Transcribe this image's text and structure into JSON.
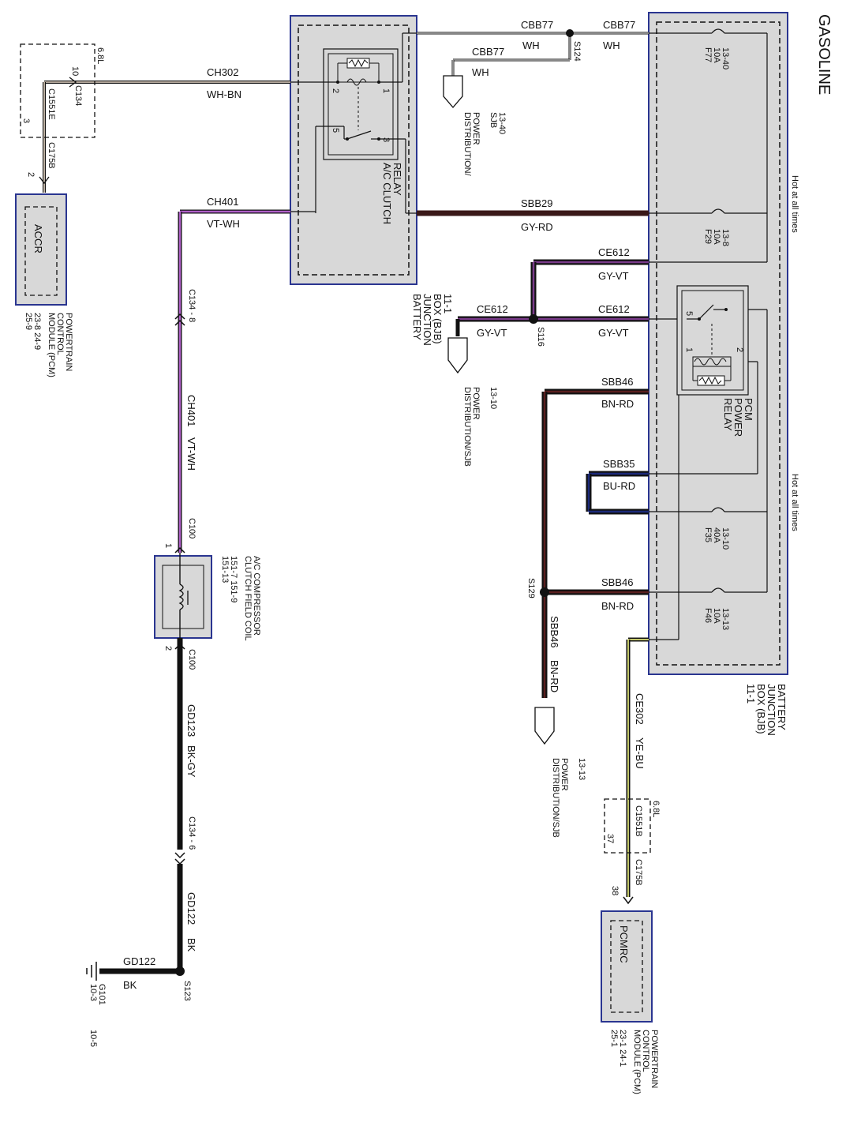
{
  "title": "GASOLINE",
  "hot_labels": [
    "Hot at all times",
    "Hot at all times"
  ],
  "bjb": {
    "name_lines": [
      "BATTERY",
      "JUNCTION",
      "BOX (BJB)",
      "11-1"
    ]
  },
  "relays": {
    "ac_clutch_lines": [
      "A/C CLUTCH",
      "RELAY"
    ],
    "pcm_power_lines": [
      "PCM",
      "POWER",
      "RELAY"
    ],
    "pins": {
      "p1": "1",
      "p2": "2",
      "p3": "3",
      "p5": "5"
    }
  },
  "fuses": [
    {
      "lines": [
        "F77",
        "10A",
        "13-40"
      ]
    },
    {
      "lines": [
        "F29",
        "10A",
        "13-8"
      ]
    },
    {
      "lines": [
        "F35",
        "40A",
        "13-10"
      ]
    },
    {
      "lines": [
        "F46",
        "10A",
        "13-13"
      ]
    }
  ],
  "wires": {
    "cbb77_circuit": "CBB77",
    "cbb77_color": "WH",
    "ch302_circuit": "CH302",
    "ch302_color": "WH-BN",
    "ch401_circuit": "CH401",
    "ch401_color": "VT-WH",
    "sbb29_circuit": "SBB29",
    "sbb29_color": "GY-RD",
    "ce612_circuit": "CE612",
    "ce612_color": "GY-VT",
    "sbb46_circuit": "SBB46",
    "sbb46_color": "BN-RD",
    "sbb35_circuit": "SBB35",
    "sbb35_color": "BU-RD",
    "ce302_circuit": "CE302",
    "ce302_color": "YE-BU",
    "gd123_circuit": "GD123",
    "gd123_color": "BK-GY",
    "gd122_circuit": "GD122",
    "gd122_color": "BK"
  },
  "splices": {
    "s124": "S124",
    "s116": "S116",
    "s129": "S129",
    "s123": "S123"
  },
  "connectors": {
    "c134_top": "C134",
    "c134_pin10": "10",
    "c1551e": "C1551E",
    "c175b_top": "C175B",
    "engine_68l": "6.8L",
    "pin3_top": "3",
    "pin2_top": "2",
    "c134_8": "C134 - 8",
    "c100_top": "C100",
    "c100_bot": "C100",
    "pin1": "1",
    "pin2": "2",
    "c134_6": "C134 - 6",
    "c1551b": "C1551B",
    "c175b_bot": "C175B",
    "pin37": "37",
    "pin38": "38"
  },
  "modules": {
    "accr_label": "ACCR",
    "pcm_top_lines": [
      "POWERTRAIN",
      "CONTROL",
      "MODULE (PCM)"
    ],
    "pcm_top_refs": "23-8   24-9",
    "pcm_top_ref2": "25-9",
    "pcmrc_label": "PCMRC",
    "pcm_bot_lines": [
      "POWERTRAIN",
      "CONTROL",
      "MODULE (PCM)"
    ],
    "pcm_bot_refs": "23-1   24-1",
    "pcm_bot_ref2": "25-1"
  },
  "power_dist": [
    {
      "lines": [
        "POWER",
        "DISTRIBUTION/",
        "SJB",
        "13-40"
      ]
    },
    {
      "lines": [
        "POWER",
        "DISTRIBUTION/SJB",
        "13-10"
      ]
    },
    {
      "lines": [
        "POWER",
        "DISTRIBUTION/SJB",
        "13-13"
      ]
    }
  ],
  "compressor": {
    "lines": [
      "A/C COMPRESSOR",
      "CLUTCH FIELD COIL"
    ],
    "refs1": "151-7     151-9",
    "refs2": "151-13"
  },
  "ground": {
    "name": "G101",
    "ref": "10-3",
    "ref2": "10-5"
  },
  "colors": {
    "box_border": "#2a3590",
    "box_fill": "#d8d8d8",
    "wire_violet": "#b05fc8",
    "wire_brown": "#5a1f1f",
    "wire_blue": "#1c2a7a",
    "wire_yellow_green": "#c4c86a",
    "wire_black": "#111111"
  }
}
